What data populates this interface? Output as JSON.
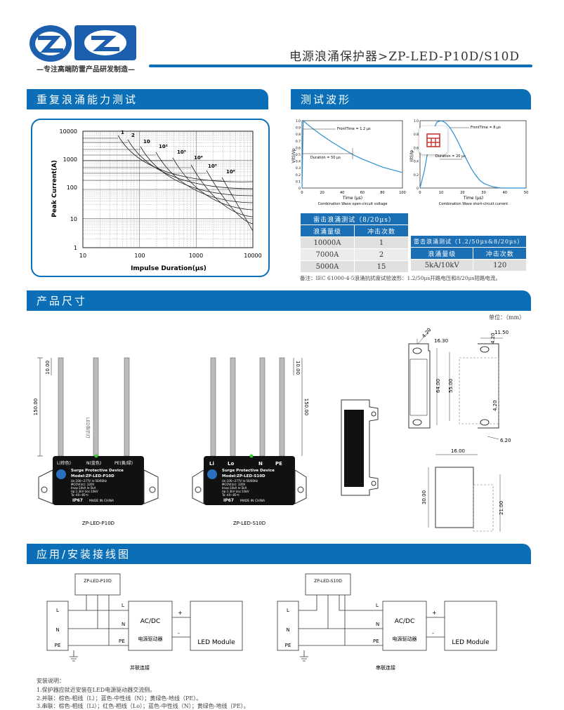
{
  "header": {
    "logo_text": "ZP",
    "tagline": "专注高端防雷产品研发制造",
    "title": "电源浪涌保护器>ZP-LED-P10D/S10D"
  },
  "sections": {
    "repeat_surge": "重复浪涌能力测试",
    "waveform": "测试波形",
    "dimensions": "产品尺寸",
    "wiring": "应用/安装接线图"
  },
  "surge_chart": {
    "ylabel": "Peak Current(A)",
    "xlabel": "Impulse Duration(μs)",
    "y_ticks": [
      "10000",
      "1000",
      "100",
      "10",
      "1"
    ],
    "x_ticks": [
      "10",
      "100",
      "1000",
      "10000"
    ],
    "curve_labels": [
      "1",
      "2",
      "10",
      "10²",
      "10³",
      "10⁴",
      "10⁵",
      "10⁶"
    ]
  },
  "chart_data": [
    {
      "type": "line",
      "title": "",
      "caption": "Combination Wave open-circuit voltage",
      "xlabel": "Time (μs)",
      "ylabel": "V(t)/Vp",
      "xlim": [
        0,
        100
      ],
      "ylim": [
        0,
        1.0
      ],
      "x_ticks": [
        "0",
        "20",
        "40",
        "60",
        "80",
        "100"
      ],
      "y_ticks": [
        "0",
        "0.1",
        "0.2",
        "0.3",
        "0.4",
        "0.5",
        "0.6",
        "0.7",
        "0.8",
        "0.9",
        "1.0"
      ],
      "annotations": [
        "FrontTime = 1.2 μs",
        "Duration = 50 μs"
      ],
      "series": [
        {
          "x": [
            0,
            1.2,
            5,
            10,
            20,
            30,
            40,
            50,
            60,
            70,
            80,
            90,
            100
          ],
          "y": [
            0,
            1.0,
            0.95,
            0.89,
            0.78,
            0.68,
            0.59,
            0.5,
            0.43,
            0.37,
            0.31,
            0.27,
            0.23
          ]
        }
      ]
    },
    {
      "type": "line",
      "title": "",
      "caption": "Combination Wave short-circuit current",
      "xlabel": "Time (μs)",
      "ylabel": "I(t)/Ip",
      "xlim": [
        0,
        50
      ],
      "ylim": [
        0,
        1.0
      ],
      "x_ticks": [
        "0",
        "10",
        "20",
        "30",
        "40",
        "50"
      ],
      "y_ticks": [
        "0",
        "0.2",
        "0.4",
        "0.6",
        "0.8",
        "1.0"
      ],
      "annotations": [
        "FrontTime = 8 μs",
        "Duration = 20 μs"
      ],
      "series": [
        {
          "x": [
            0,
            2,
            4,
            6,
            8,
            10,
            12,
            14,
            16,
            18,
            20,
            22,
            24,
            26,
            28,
            30,
            34,
            38,
            42,
            46,
            50
          ],
          "y": [
            0,
            0.25,
            0.6,
            0.85,
            0.98,
            1.0,
            0.97,
            0.9,
            0.8,
            0.68,
            0.55,
            0.42,
            0.3,
            0.2,
            0.12,
            0.07,
            0.02,
            0.0,
            0.0,
            0.0,
            0.0
          ]
        }
      ]
    }
  ],
  "table1": {
    "title": "雷击浪涌测试（8/20μs）",
    "headers": [
      "浪涌量级",
      "冲击次数"
    ],
    "rows": [
      [
        "10000A",
        "1"
      ],
      [
        "7000A",
        "2"
      ],
      [
        "5000A",
        "15"
      ]
    ]
  },
  "table2": {
    "title": "雷击浪涌测试（1.2/50μs&8/20μs）",
    "headers": [
      "浪涌量级",
      "冲击次数"
    ],
    "rows": [
      [
        "5kA/10kV",
        "120"
      ]
    ]
  },
  "test_note": "备注：IEC 61000-4-5浪涌抗扰度试验波形：1.2/50μs开路电压和8/20μs短路电流。",
  "dims": {
    "unit": "单位：（mm）",
    "d150a": "150.00",
    "d10a": "10.00",
    "d150b": "150.00",
    "d10b": "10.00",
    "d420a": "4.20",
    "d1630": "16.30",
    "d420b": "4.20",
    "d1150": "11.50",
    "d6400": "64.00",
    "d5500": "55.00",
    "d420c": "4.20",
    "d620": "6.20",
    "d1600": "16.00",
    "d3000": "30.00",
    "d2100": "21.00",
    "model_p": "ZP-LED-P10D",
    "model_s": "ZP-LED-S10D",
    "led_text": "LED指示灯"
  },
  "device_p": {
    "terminals": [
      "L(棕色)",
      "N(蓝色)",
      "PE(黄/绿)"
    ],
    "name": "Surge Protective Device",
    "model": "Model:ZP-LED-P10D",
    "specs": [
      "Un:100~277V  In:50/60Hz",
      "MCOV(Uc):          320V",
      "Imax:10kA         In:5kA",
      "Up:1.3kV         Uoc:10kV",
      "             Ta:-40~85℃"
    ],
    "ip": "IP67",
    "made": "MADE IN CHINA"
  },
  "device_s": {
    "terminals": [
      "Li",
      "Lo",
      "N",
      "PE"
    ],
    "name": "Surge Protective Device",
    "model": "Model:ZP-LED-S10D",
    "specs": [
      "Un:100~277V  In:50/60Hz",
      "MCOV(Uc):       320V",
      "Imax:10kA      In:5kA",
      "Up:1.3kV      Uoc:10kV",
      "             Ta:-40~85℃"
    ],
    "ip": "IP67",
    "made": "MADE IN CHINA"
  },
  "wiring": {
    "left": {
      "box_label": "ZP-LED-P10D",
      "rail_labels": [
        "L",
        "N",
        "PE"
      ],
      "driver_in": [
        "L",
        "N",
        "PE"
      ],
      "driver_title": "AC/DC",
      "driver_sub": "电源驱动器",
      "plus": "+",
      "minus": "-",
      "module": "LED Module",
      "caption": "并联连接"
    },
    "right": {
      "box_label": "ZP-LED-S10D",
      "rail_labels": [
        "L",
        "N",
        "PE"
      ],
      "driver_in": [
        "L",
        "N",
        "PE"
      ],
      "driver_title": "AC/DC",
      "driver_sub": "电源驱动器",
      "plus": "+",
      "minus": "-",
      "module": "LED Module",
      "caption": "串联连接"
    }
  },
  "install": {
    "title": "安装说明：",
    "lines": [
      "1.保护器应就近安装在LED电源驱动器交流侧。",
      "2.并联：棕色-相线（L）；蓝色-中性线（N）；黄绿色-地线（PE）。",
      "3.串联：棕色-相线（Li）；红色-相线（Lo）；蓝色-中性线（N）；黄绿色-地线（PE）。"
    ]
  },
  "colors": {
    "brand": "#0a6fb6",
    "curve": "#2a8fd0",
    "table_head": "#1b6fb4"
  }
}
